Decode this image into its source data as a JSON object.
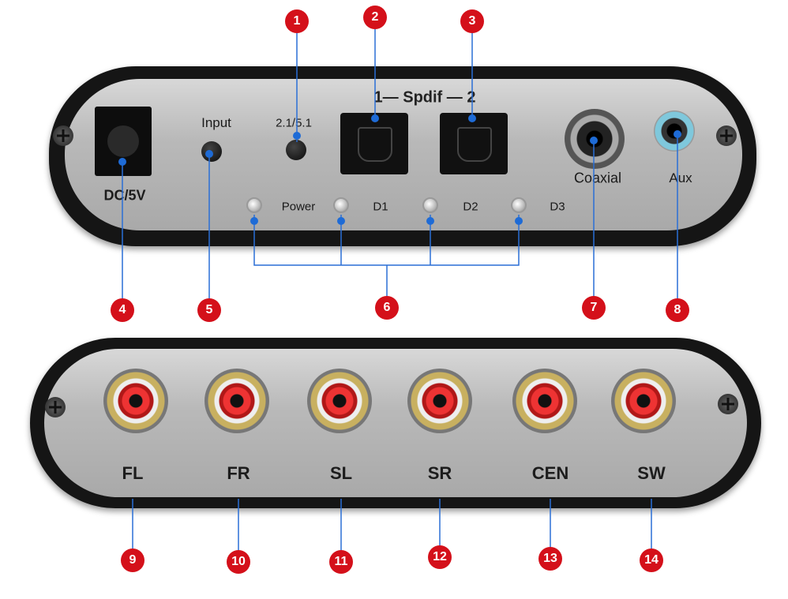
{
  "top_panel": {
    "dc": "DC/5V",
    "input": "Input",
    "mode": "2.1/5.1",
    "spdif": "1— Spdif — 2",
    "coaxial": "Coaxial",
    "aux": "Aux",
    "power": "Power",
    "d1": "D1",
    "d2": "D2",
    "d3": "D3"
  },
  "bottom_panel": {
    "channels": [
      "FL",
      "FR",
      "SL",
      "SR",
      "CEN",
      "SW"
    ]
  },
  "callouts": [
    "1",
    "2",
    "3",
    "4",
    "5",
    "6",
    "7",
    "8",
    "9",
    "10",
    "11",
    "12",
    "13",
    "14"
  ],
  "colors": {
    "callout": "#d4101a",
    "leader": "#2a6fd6"
  }
}
